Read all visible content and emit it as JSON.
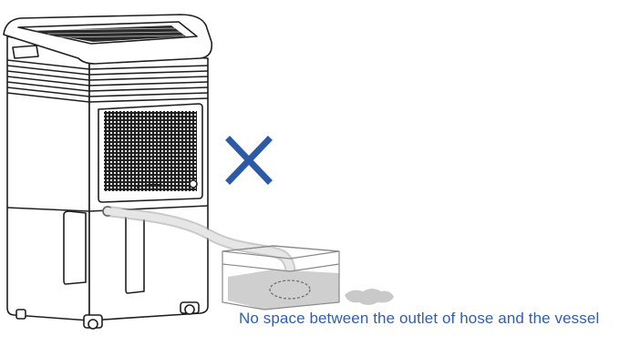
{
  "caption": {
    "text": "No space between the outlet of hose and the vessel",
    "color": "#2f5fb0"
  },
  "icons": {
    "wrong_mark": "x-mark-icon",
    "appliance": "dehumidifier",
    "container": "water-vessel",
    "hose": "drain-hose"
  },
  "colors": {
    "line": "#1f1f1f",
    "hose": "#b9b9b9",
    "water": "#cfcfcf",
    "mark": "#2d5aa6"
  }
}
